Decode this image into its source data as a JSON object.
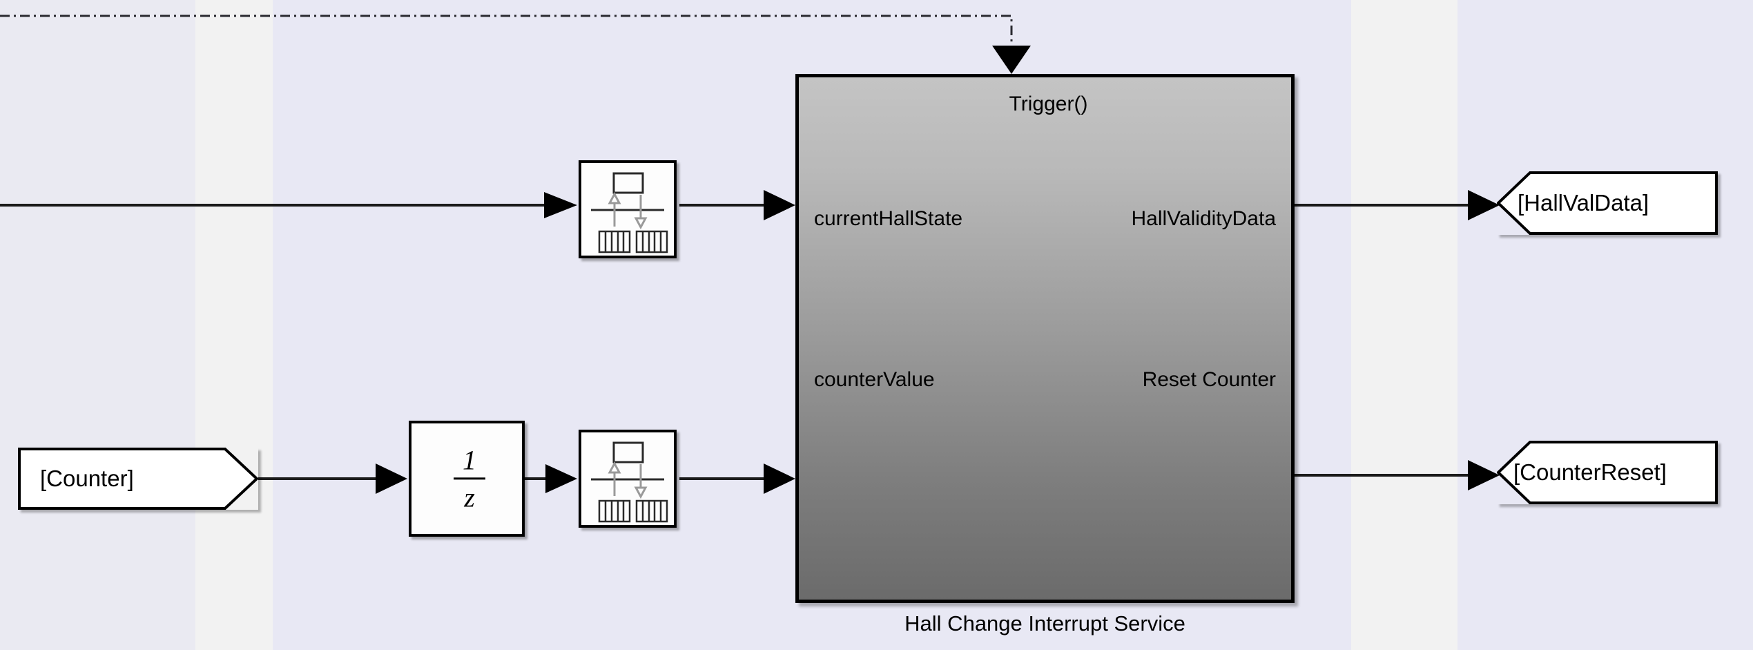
{
  "diagram": {
    "title": "Hall Change Interrupt Service",
    "background_color": "#eaeaf2",
    "band_color": "#f2f2f2",
    "band_color_alt": "#e8e8f4"
  },
  "subsystem": {
    "caption": "Hall Change Interrupt Service",
    "trigger_label": "Trigger()",
    "fill_top_color": "#c4c4c4",
    "fill_bottom_color": "#6b6b6b",
    "border_color": "#000000",
    "inputs": [
      {
        "label": "currentHallState"
      },
      {
        "label": "counterValue"
      }
    ],
    "outputs": [
      {
        "label": "HallValidityData"
      },
      {
        "label": "Reset Counter"
      }
    ]
  },
  "blocks": [
    {
      "name": "unit-delay",
      "numerator": "1",
      "denominator": "z",
      "type": "unit-delay"
    },
    {
      "name": "rate-transition-top",
      "type": "rate-transition"
    },
    {
      "name": "rate-transition-bottom",
      "type": "rate-transition"
    }
  ],
  "tags": {
    "from_counter": "[Counter]",
    "goto_hall_validity": "[HallValData]",
    "goto_counter_reset": "[CounterReset]"
  },
  "signals": {
    "trigger_line_style": "dash-dot",
    "signal_line_color": "#1a1a1a"
  }
}
